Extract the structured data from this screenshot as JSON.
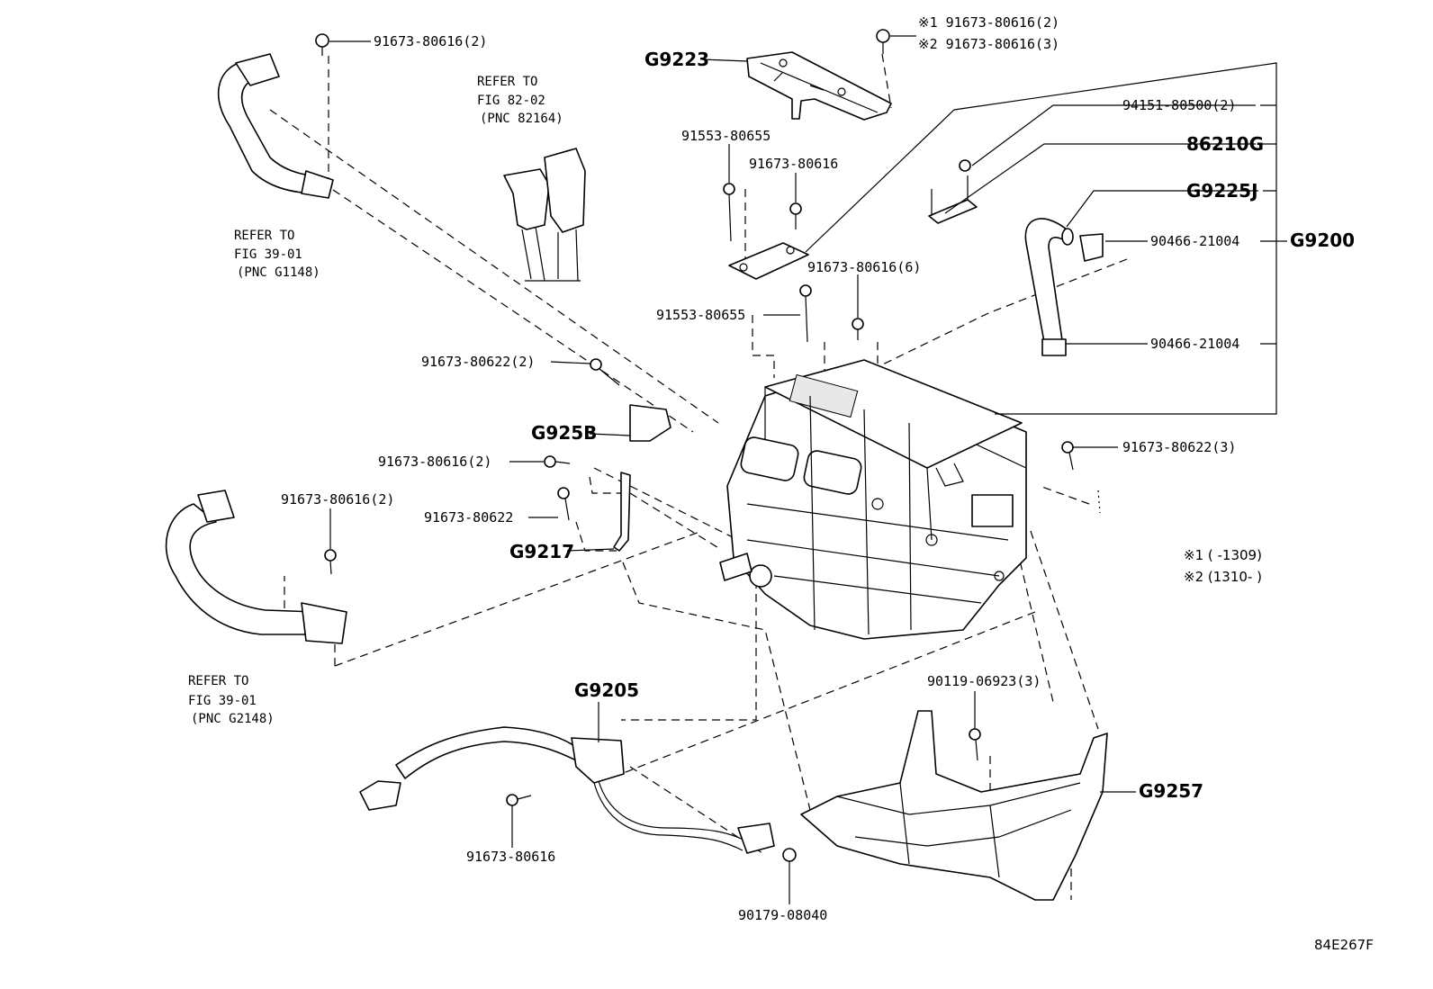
{
  "diagram_id": "84E267F",
  "notes": {
    "n1": "※1 (        -1309)",
    "n2": "※2 (1310-        )"
  },
  "labels": {
    "bolt_top_left": "91673-80616(2)",
    "refer_82_line1": "REFER TO",
    "refer_82_line2": "FIG 82-02",
    "refer_82_line3": "(PNC 82164)",
    "refer_g1148_line1": "REFER TO",
    "refer_g1148_line2": "FIG 39-01",
    "refer_g1148_line3": "(PNC G1148)",
    "g9223": "G9223",
    "bolt_top_n1": "※1 91673-80616(2)",
    "bolt_top_n2": "※2 91673-80616(3)",
    "nut_94151": "94151-80500(2)",
    "bracket_86210g": "86210G",
    "hose_g9225j": "G9225J",
    "clamp_90466_a": "90466-21004",
    "clamp_90466_b": "90466-21004",
    "assy_g9200": "G9200",
    "stud_91553_a": "91553-80655",
    "bolt_91673_mid": "91673-80616",
    "bolt_91673_6": "91673-80616(6)",
    "stud_91553_b": "91553-80655",
    "bolt_91673_80622_2": "91673-80622(2)",
    "g925b": "G925B",
    "bolt_91673_80616_2_mid": "91673-80616(2)",
    "bolt_91673_80622": "91673-80622",
    "g9217": "G9217",
    "bolt_91673_80622_3": "91673-80622(3)",
    "bolt_91673_80616_2_left": "91673-80616(2)",
    "refer_g2148_line1": "REFER TO",
    "refer_g2148_line2": "FIG 39-01",
    "refer_g2148_line3": "(PNC G2148)",
    "g9205": "G9205",
    "bolt_90119": "90119-06923(3)",
    "g9257": "G9257",
    "bolt_91673_bottom": "91673-80616",
    "nut_90179": "90179-08040"
  }
}
